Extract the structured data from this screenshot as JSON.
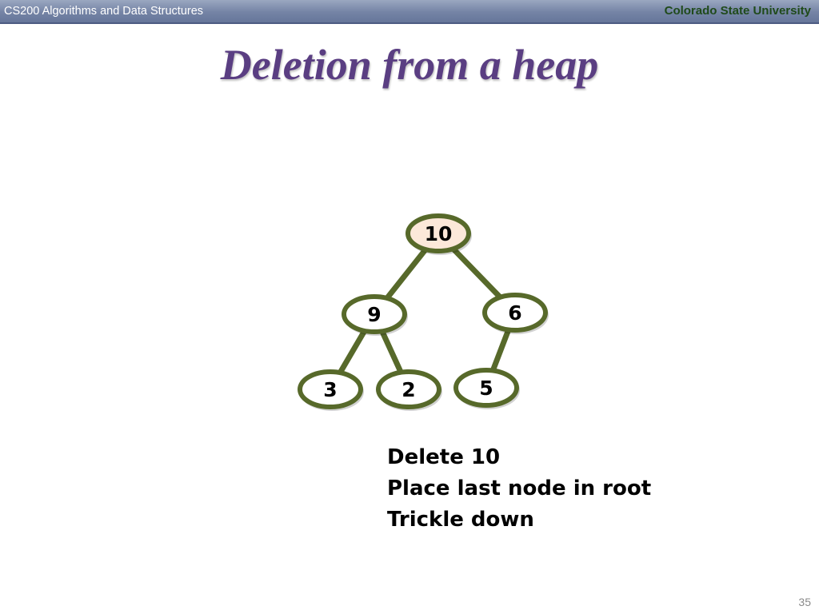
{
  "header": {
    "course": "CS200 Algorithms and Data Structures",
    "university": "Colorado State University"
  },
  "slide": {
    "title": "Deletion from a heap",
    "number": "35"
  },
  "colors": {
    "header_bar": "#7483a5",
    "university_text": "#1f4a1a",
    "title": "#5a3e82",
    "node_stroke": "#57692a",
    "node_fill": "#ffffff",
    "root_fill": "#fce8d9"
  },
  "heap": {
    "nodes": [
      {
        "id": "n10",
        "label": "10",
        "highlight": true
      },
      {
        "id": "n9",
        "label": "9",
        "highlight": false
      },
      {
        "id": "n6",
        "label": "6",
        "highlight": false
      },
      {
        "id": "n3",
        "label": "3",
        "highlight": false
      },
      {
        "id": "n2",
        "label": "2",
        "highlight": false
      },
      {
        "id": "n5",
        "label": "5",
        "highlight": false
      }
    ],
    "edges": [
      {
        "from": "n10",
        "to": "n9"
      },
      {
        "from": "n10",
        "to": "n6"
      },
      {
        "from": "n9",
        "to": "n3"
      },
      {
        "from": "n9",
        "to": "n2"
      },
      {
        "from": "n6",
        "to": "n5"
      }
    ]
  },
  "steps": [
    "Delete 10",
    "Place last node in root",
    "Trickle down"
  ]
}
